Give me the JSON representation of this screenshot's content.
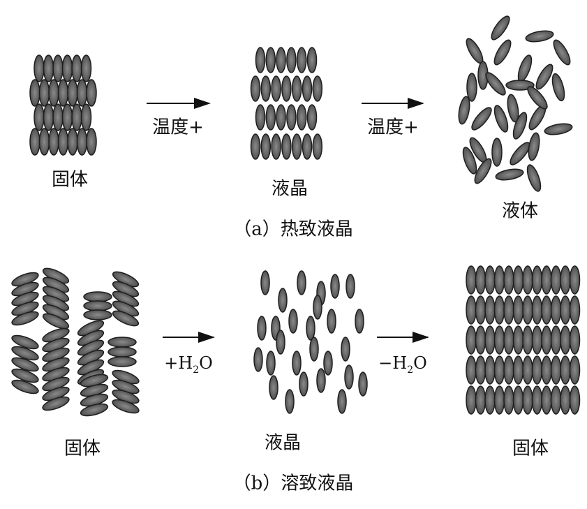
{
  "panel_a": {
    "caption": "（a）热致液晶",
    "solid_label": "固体",
    "lc_label": "液晶",
    "liquid_label": "液体",
    "arrow1_label": "温度+",
    "arrow2_label": "温度+"
  },
  "panel_b": {
    "caption": "（b）溶致液晶",
    "solid_left_label": "固体",
    "lc_label": "液晶",
    "solid_right_label": "固体",
    "arrow1_prefix": "+H",
    "arrow1_sub": "2",
    "arrow1_suffix": "O",
    "arrow2_prefix": "−H",
    "arrow2_sub": "2",
    "arrow2_suffix": "O"
  },
  "colors": {
    "molecule": "#5a5a5a",
    "molecule_edge": "#1e1e1e"
  }
}
